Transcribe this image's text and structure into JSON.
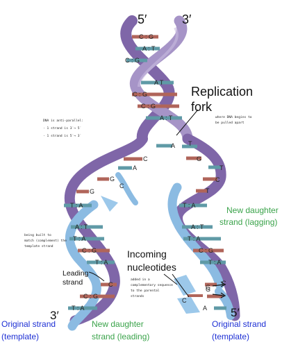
{
  "top_labels": {
    "left": "5′",
    "right": "3′"
  },
  "bottom_labels": {
    "left": "3′",
    "right": "5′"
  },
  "replication_fork": [
    "Replication",
    "fork"
  ],
  "incoming_nucleotides": [
    "Incoming",
    "nucleotides"
  ],
  "leading_strand_label": [
    "Leading",
    "strand"
  ],
  "new_daughter_lagging": [
    "New daughter",
    "strand (lagging)"
  ],
  "original_left": [
    "Original strand",
    "(template)"
  ],
  "new_daughter_leading": [
    "New daughter",
    "strand (leading)"
  ],
  "original_right": [
    "Original strand",
    "(template)"
  ],
  "handwritten": {
    "antiparallel": [
      "DNA is anti-parallel:",
      "· 1 strand is  3′→ 5′",
      "· 1 strand is  5′→ 3′"
    ],
    "fork_note": [
      "where DNA begins to",
      "be pulled apart"
    ],
    "built_note": [
      "being built to",
      "match (complement) the",
      "template strand"
    ],
    "added_note": [
      "added in a",
      "complementary sequence",
      "to the parental",
      "strands"
    ]
  },
  "base_pairs_top": [
    "C : G",
    "A : T",
    "C : G",
    "A T",
    "C : G",
    "C : G",
    "A : T"
  ],
  "fork_bases": [
    "A",
    "T",
    "C",
    "G",
    "A",
    "T",
    "G",
    "C",
    "C",
    "G",
    "T"
  ],
  "left_pairs": [
    "T : A",
    "A : T",
    "T : A",
    "C : G",
    "T : A",
    "C",
    "C : G",
    "T : A"
  ],
  "right_pairs": [
    "T : A",
    "A : T",
    "T : A",
    "C : G",
    "T : A",
    "G",
    "C",
    "A"
  ],
  "free_nucleotides": [
    "G",
    "C"
  ],
  "colors": {
    "backbone_purple": "#8a72b0",
    "backbone_blue": "#8bbbe2",
    "label_green": "#3aa34a",
    "label_blue": "#1d2fd4",
    "base_red": "#b0655a",
    "base_teal": "#5f9aa6"
  }
}
